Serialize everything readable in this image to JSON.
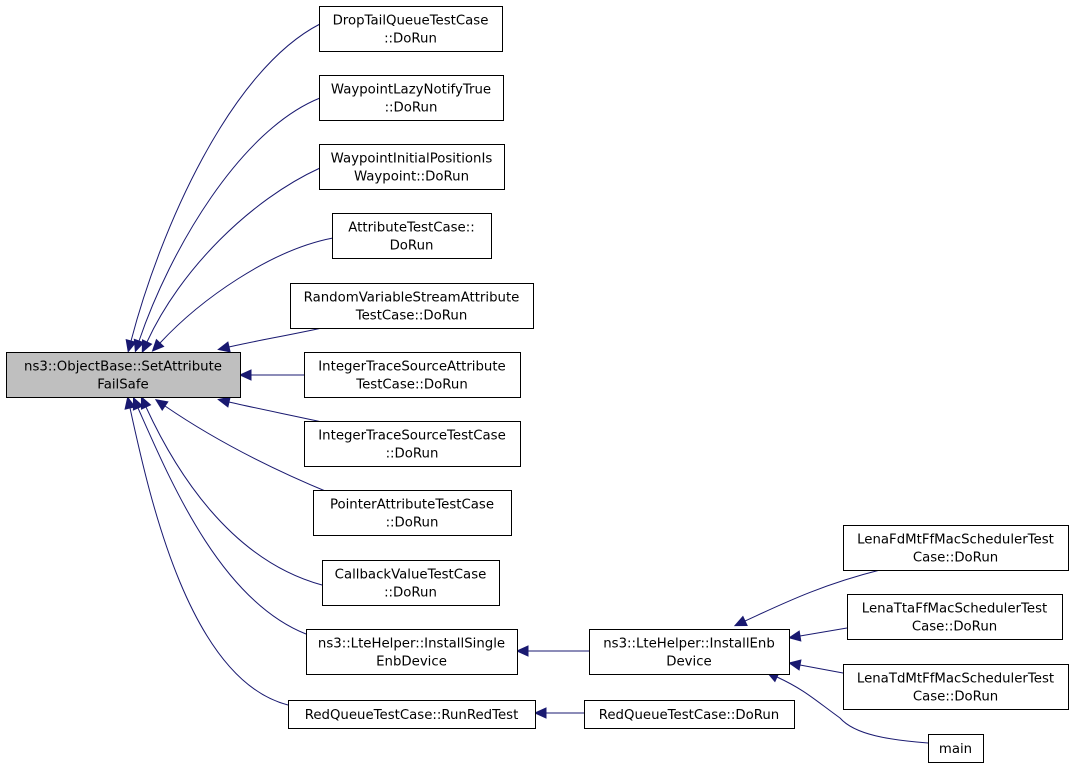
{
  "diagram": {
    "colors": {
      "edge": "#191970",
      "root_fill": "#bfbfbf",
      "node_fill": "#ffffff",
      "border": "#000000"
    },
    "nodes": [
      {
        "id": "root",
        "lines": [
          "ns3::ObjectBase::SetAttribute",
          "FailSafe"
        ],
        "root": true
      },
      {
        "id": "n1",
        "lines": [
          "DropTailQueueTestCase",
          "::DoRun"
        ]
      },
      {
        "id": "n2",
        "lines": [
          "WaypointLazyNotifyTrue",
          "::DoRun"
        ]
      },
      {
        "id": "n3",
        "lines": [
          "WaypointInitialPositionIs",
          "Waypoint::DoRun"
        ]
      },
      {
        "id": "n4",
        "lines": [
          "AttributeTestCase::",
          "DoRun"
        ]
      },
      {
        "id": "n5",
        "lines": [
          "RandomVariableStreamAttribute",
          "TestCase::DoRun"
        ]
      },
      {
        "id": "n6",
        "lines": [
          "IntegerTraceSourceAttribute",
          "TestCase::DoRun"
        ]
      },
      {
        "id": "n7",
        "lines": [
          "IntegerTraceSourceTestCase",
          "::DoRun"
        ]
      },
      {
        "id": "n8",
        "lines": [
          "PointerAttributeTestCase",
          "::DoRun"
        ]
      },
      {
        "id": "n9",
        "lines": [
          "CallbackValueTestCase",
          "::DoRun"
        ]
      },
      {
        "id": "n10",
        "lines": [
          "ns3::LteHelper::InstallSingle",
          "EnbDevice"
        ]
      },
      {
        "id": "n11",
        "lines": [
          "RedQueueTestCase::RunRedTest"
        ]
      },
      {
        "id": "n12",
        "lines": [
          "ns3::LteHelper::InstallEnb",
          "Device"
        ]
      },
      {
        "id": "n13",
        "lines": [
          "RedQueueTestCase::DoRun"
        ]
      },
      {
        "id": "n14",
        "lines": [
          "LenaFdMtFfMacSchedulerTest",
          "Case::DoRun"
        ]
      },
      {
        "id": "n15",
        "lines": [
          "LenaTtaFfMacSchedulerTest",
          "Case::DoRun"
        ]
      },
      {
        "id": "n16",
        "lines": [
          "LenaTdMtFfMacSchedulerTest",
          "Case::DoRun"
        ]
      },
      {
        "id": "n17",
        "lines": [
          "main"
        ]
      }
    ],
    "edges": [
      {
        "from": "n1",
        "to": "root"
      },
      {
        "from": "n2",
        "to": "root"
      },
      {
        "from": "n3",
        "to": "root"
      },
      {
        "from": "n4",
        "to": "root"
      },
      {
        "from": "n5",
        "to": "root"
      },
      {
        "from": "n6",
        "to": "root"
      },
      {
        "from": "n7",
        "to": "root"
      },
      {
        "from": "n8",
        "to": "root"
      },
      {
        "from": "n9",
        "to": "root"
      },
      {
        "from": "n10",
        "to": "root"
      },
      {
        "from": "n11",
        "to": "root"
      },
      {
        "from": "n12",
        "to": "n10"
      },
      {
        "from": "n13",
        "to": "n11"
      },
      {
        "from": "n14",
        "to": "n12"
      },
      {
        "from": "n15",
        "to": "n12"
      },
      {
        "from": "n16",
        "to": "n12"
      },
      {
        "from": "n17",
        "to": "n12"
      }
    ]
  }
}
